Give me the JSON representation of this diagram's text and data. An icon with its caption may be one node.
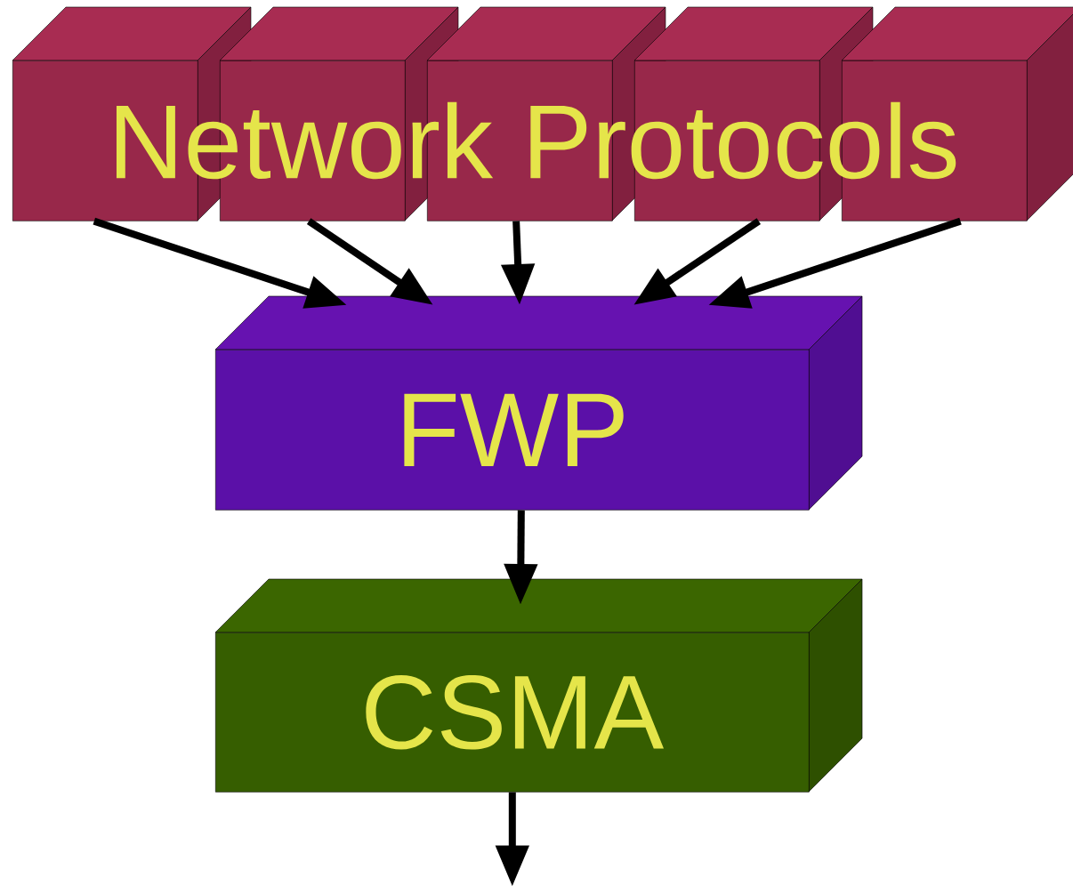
{
  "diagram": {
    "nodes": [
      {
        "text": [],
        "shape": "box"
      },
      {
        "text": [],
        "shape": "box"
      },
      {
        "text": [],
        "shape": "box"
      },
      {
        "text": [],
        "shape": "box"
      },
      {
        "text": [],
        "shape": "box"
      },
      {
        "text": [
          "FWP"
        ]
      },
      {
        "text": [
          "CSMA"
        ]
      }
    ],
    "edges": [
      {
        "from": 0,
        "to": 5,
        "arrow": "to"
      },
      {
        "from": 1,
        "to": 5,
        "arrow": "to"
      },
      {
        "from": 2,
        "to": 5,
        "arrow": "to"
      },
      {
        "from": 3,
        "to": 5,
        "arrow": "to"
      },
      {
        "from": 4,
        "to": 5,
        "arrow": "to"
      },
      {
        "from": 5,
        "to": 6,
        "arrow": "to"
      },
      {
        "from": 6,
        "to": null,
        "arrow": "to"
      }
    ],
    "labels": [
      "Network Protocols"
    ]
  }
}
